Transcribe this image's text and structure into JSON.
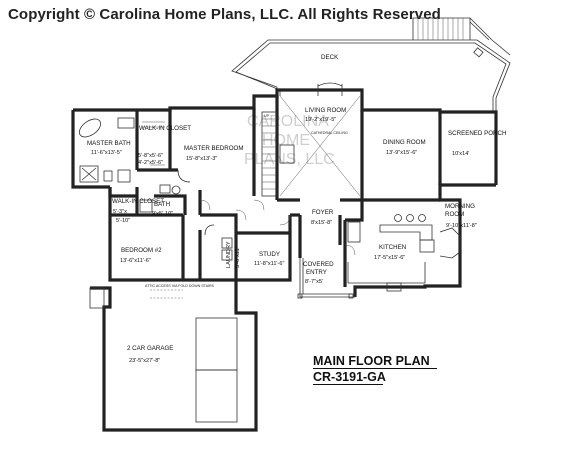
{
  "copyright": "Copyright © Carolina Home Plans, LLC. All Rights Reserved",
  "watermark": [
    "CAROLINA",
    "HOME",
    "PLANS, LLC"
  ],
  "plan_title": "MAIN FLOOR PLAN",
  "plan_code": "CR-3191-GA",
  "rooms": {
    "deck": "DECK",
    "living_room": {
      "name": "LIVING ROOM",
      "size": "19'-2\"x19'-5\""
    },
    "cathedral_ceiling": "CATHEDRAL CEILING",
    "dining_room": {
      "name": "DINING ROOM",
      "size": "13'-9\"x15'-6\""
    },
    "screened_porch": {
      "name": "SCREENED PORCH",
      "size": "10'x14'"
    },
    "master_bath": {
      "name": "MASTER BATH",
      "size": "11'-6\"x13'-5\""
    },
    "walk_in_closet_master": "WALK-IN CLOSET",
    "closet_dims": [
      "5'-8\"x5'-6\"",
      "4'-2\"x5'-6\""
    ],
    "master_bedroom": {
      "name": "MASTER BEDROOM",
      "size": "15'-8\"x13'-3\""
    },
    "walk_in_closet_2": {
      "name": "WALK-IN CLOSET",
      "size": "5'-3\"x",
      "size2": "5'-10\""
    },
    "bath": {
      "name": "BATH",
      "size": "9'x5'-10\""
    },
    "bedroom2": {
      "name": "BEDROOM #2",
      "size": "13'-6\"x11'-6\""
    },
    "laundry": {
      "name": "LAUNDRY",
      "size": "5'-6\"x11'"
    },
    "study": {
      "name": "STUDY",
      "size": "11'-8\"x11'-6\""
    },
    "foyer": {
      "name": "FOYER",
      "size": "8'x15'-8\""
    },
    "covered_entry": {
      "name": "COVERED ENTRY",
      "size": "8'-7\"x5'"
    },
    "kitchen": {
      "name": "KITCHEN",
      "size": "17'-5\"x15'-6\""
    },
    "morning_room": {
      "name": "MORNING ROOM",
      "size": "9'-10\"x11'-8\""
    },
    "attic_access": "ATTIC ACCESS VIA FOLD DOWN STAIRS",
    "garage": {
      "name": "2 CAR GARAGE",
      "size": "23'-5\"x27'-8\""
    },
    "up_label": "UP"
  },
  "colors": {
    "wall": "#222222",
    "watermark": "#cfcfcf",
    "text": "#111111"
  }
}
